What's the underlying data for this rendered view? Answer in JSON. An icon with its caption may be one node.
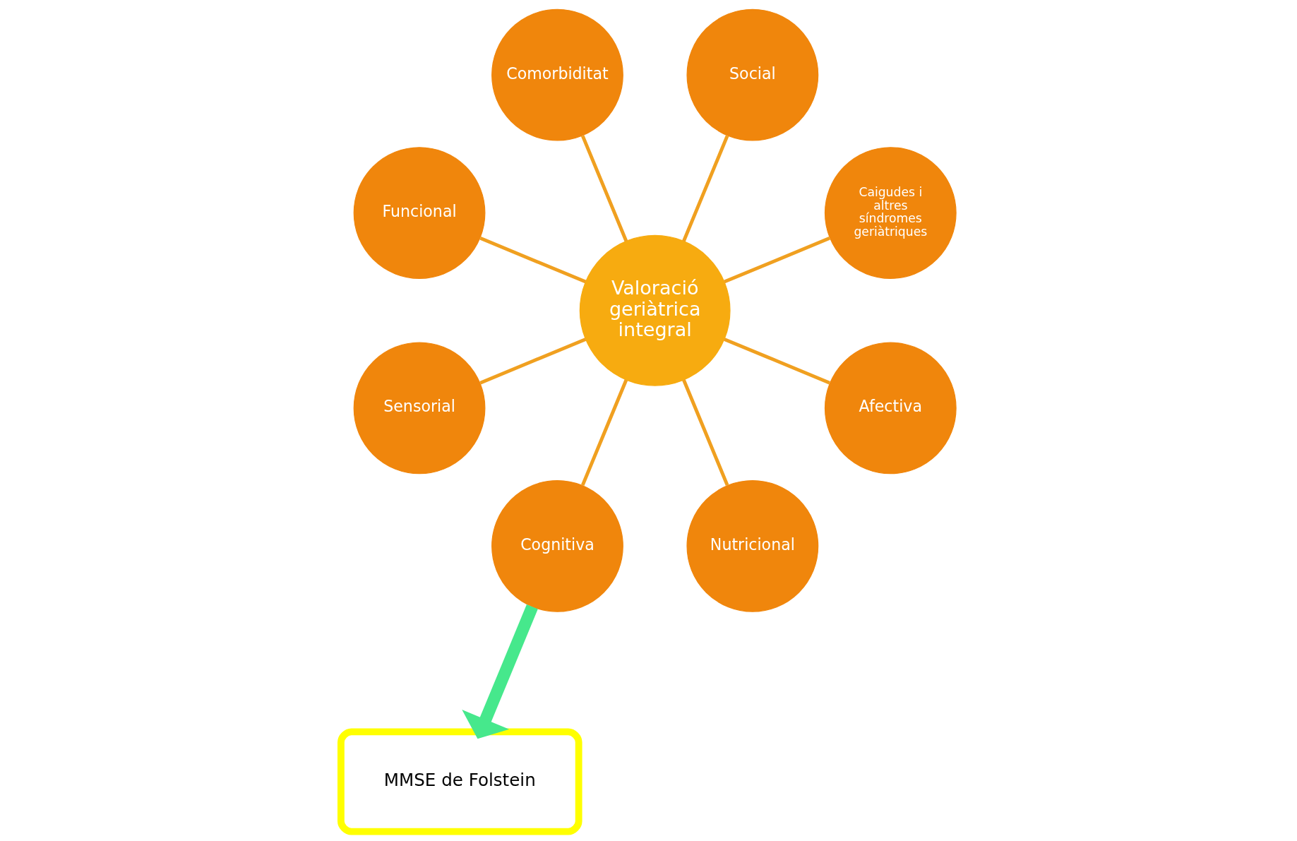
{
  "diagram": {
    "nodes": [
      {
        "text": [
          "Caigudes i altres síndromes geriàtriques"
        ]
      },
      {
        "text": [
          "Social"
        ]
      },
      {
        "text": [
          "Comorbiditat"
        ]
      },
      {
        "text": [
          "Valoració geriàtrica integral"
        ]
      },
      {
        "text": [
          "Funcional"
        ]
      },
      {
        "text": [
          "Sensorial"
        ]
      },
      {
        "text": [
          "Cognitiva"
        ]
      },
      {
        "text": [
          "Nutricional"
        ]
      },
      {
        "text": [
          "MMSE de Folstein"
        ]
      },
      {
        "text": [
          "Afectiva"
        ]
      }
    ],
    "edges": [
      {
        "from": 3,
        "to": 0,
        "arrow": "none"
      },
      {
        "from": 3,
        "to": 1,
        "arrow": "none"
      },
      {
        "from": 3,
        "to": 2,
        "arrow": "none"
      },
      {
        "from": 3,
        "to": 4,
        "arrow": "none"
      },
      {
        "from": 3,
        "to": 5,
        "arrow": "none"
      },
      {
        "from": 3,
        "to": 6,
        "arrow": "none"
      },
      {
        "from": 3,
        "to": 7,
        "arrow": "none"
      },
      {
        "from": 3,
        "to": 9,
        "arrow": "none"
      },
      {
        "from": 6,
        "to": 8,
        "arrow": "to",
        "style": "thick",
        "color": "#46e88c"
      }
    ]
  }
}
